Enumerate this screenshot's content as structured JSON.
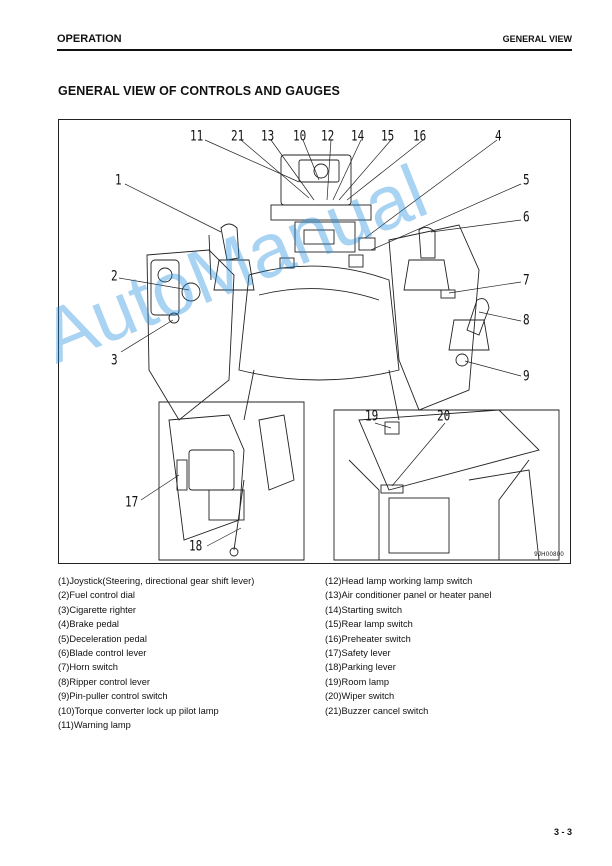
{
  "header": {
    "section": "OPERATION",
    "chapter": "GENERAL VIEW"
  },
  "title": "GENERAL VIEW OF CONTROLS AND GAUGES",
  "figure": {
    "code": "9JH00800",
    "callouts": [
      "11",
      "21",
      "13",
      "10",
      "12",
      "14",
      "15",
      "16",
      "4",
      "1",
      "5",
      "6",
      "2",
      "7",
      "8",
      "3",
      "9",
      "19",
      "20",
      "17",
      "18"
    ]
  },
  "watermark": "AutoManual",
  "legend_left": [
    "(1)Joystick(Steering, directional gear shift lever)",
    "(2)Fuel control dial",
    "(3)Cigarette righter",
    "(4)Brake pedal",
    "(5)Deceleration pedal",
    "(6)Blade control lever",
    "(7)Horn switch",
    "(8)Ripper control lever",
    "(9)Pin-puller control switch",
    "(10)Torque converter lock up pilot lamp",
    "(11)Warning lamp"
  ],
  "legend_right": [
    "(12)Head lamp working lamp switch",
    "(13)Air conditioner panel or heater panel",
    "(14)Starting switch",
    "(15)Rear lamp switch",
    "(16)Preheater switch",
    "(17)Safety lever",
    "(18)Parking lever",
    "(19)Room lamp",
    "(20)Wiper switch",
    "(21)Buzzer cancel switch"
  ],
  "page_number": "3 - 3"
}
